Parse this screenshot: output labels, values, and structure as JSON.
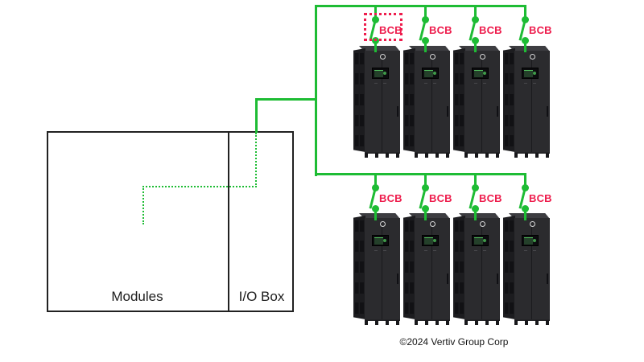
{
  "colors": {
    "green": "#1ebc34",
    "red": "#ee1c4c",
    "ink": "#1d1d1d"
  },
  "unit_block": {
    "modules_label": "Modules",
    "io_box_label": "I/O Box"
  },
  "rows": {
    "top": {
      "breakers": [
        {
          "label": "BCB",
          "highlighted": true
        },
        {
          "label": "BCB",
          "highlighted": false
        },
        {
          "label": "BCB",
          "highlighted": false
        },
        {
          "label": "BCB",
          "highlighted": false
        }
      ]
    },
    "bottom": {
      "breakers": [
        {
          "label": "BCB",
          "highlighted": false
        },
        {
          "label": "BCB",
          "highlighted": false
        },
        {
          "label": "BCB",
          "highlighted": false
        },
        {
          "label": "BCB",
          "highlighted": false
        }
      ]
    }
  },
  "footer": {
    "copyright": "©2024 Vertiv Group Corp"
  }
}
